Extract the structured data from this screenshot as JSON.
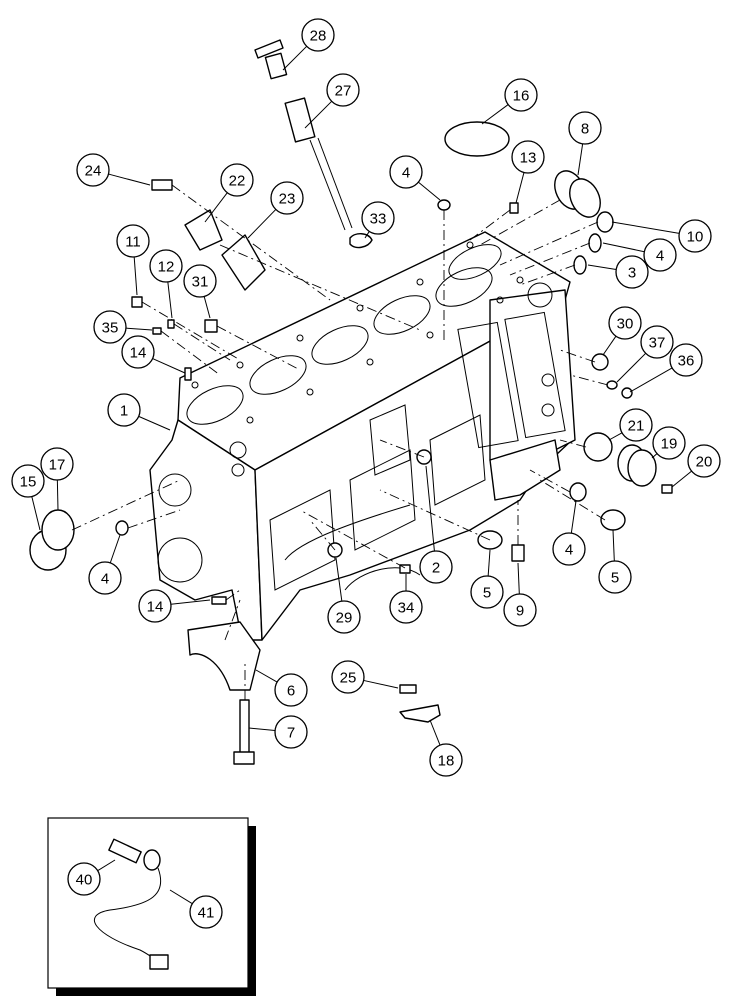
{
  "callouts": [
    {
      "id": "c28",
      "label": "28"
    },
    {
      "id": "c27",
      "label": "27"
    },
    {
      "id": "c16",
      "label": "16"
    },
    {
      "id": "c8",
      "label": "8"
    },
    {
      "id": "c24",
      "label": "24"
    },
    {
      "id": "c22",
      "label": "22"
    },
    {
      "id": "c23",
      "label": "23"
    },
    {
      "id": "c4a",
      "label": "4"
    },
    {
      "id": "c13",
      "label": "13"
    },
    {
      "id": "c33",
      "label": "33"
    },
    {
      "id": "c10",
      "label": "10"
    },
    {
      "id": "c4b",
      "label": "4"
    },
    {
      "id": "c3",
      "label": "3"
    },
    {
      "id": "c11",
      "label": "11"
    },
    {
      "id": "c12",
      "label": "12"
    },
    {
      "id": "c31",
      "label": "31"
    },
    {
      "id": "c35",
      "label": "35"
    },
    {
      "id": "c14a",
      "label": "14"
    },
    {
      "id": "c30",
      "label": "30"
    },
    {
      "id": "c37",
      "label": "37"
    },
    {
      "id": "c36",
      "label": "36"
    },
    {
      "id": "c1",
      "label": "1"
    },
    {
      "id": "c21",
      "label": "21"
    },
    {
      "id": "c19",
      "label": "19"
    },
    {
      "id": "c20",
      "label": "20"
    },
    {
      "id": "c15",
      "label": "15"
    },
    {
      "id": "c17",
      "label": "17"
    },
    {
      "id": "c2",
      "label": "2"
    },
    {
      "id": "c4c",
      "label": "4"
    },
    {
      "id": "c4d",
      "label": "4"
    },
    {
      "id": "c5a",
      "label": "5"
    },
    {
      "id": "c5b",
      "label": "5"
    },
    {
      "id": "c14b",
      "label": "14"
    },
    {
      "id": "c29",
      "label": "29"
    },
    {
      "id": "c34",
      "label": "34"
    },
    {
      "id": "c9",
      "label": "9"
    },
    {
      "id": "c6",
      "label": "6"
    },
    {
      "id": "c25",
      "label": "25"
    },
    {
      "id": "c7",
      "label": "7"
    },
    {
      "id": "c18",
      "label": "18"
    },
    {
      "id": "c40",
      "label": "40"
    },
    {
      "id": "c41",
      "label": "41"
    }
  ]
}
